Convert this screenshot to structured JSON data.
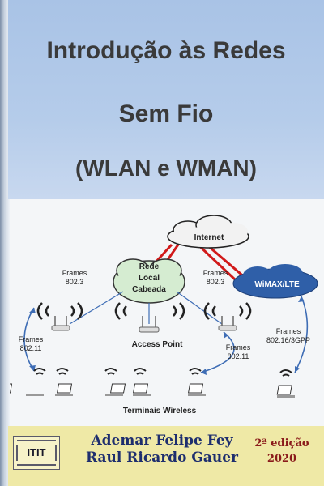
{
  "cover": {
    "title_line1": "Introdução às Redes",
    "title_line2": "Sem Fio",
    "title_line3": "(WLAN e WMAN)",
    "publisher_logo": "ITIT",
    "author1": "Ademar Felipe Fey",
    "author2": "Raul Ricardo Gauer",
    "edition": "2ª edição",
    "year": "2020"
  },
  "diagram": {
    "internet": "Internet",
    "lan_line1": "Rede",
    "lan_line2": "Local",
    "lan_line3": "Cabeada",
    "wimax": "WiMAX/LTE",
    "frames_left_top": "Frames",
    "frames_left_top_std": "802.3",
    "frames_right_top": "Frames",
    "frames_right_top_std": "802.3",
    "frames_left_wifi": "Frames",
    "frames_left_wifi_std": "802.11",
    "frames_mid_wifi": "Frames",
    "frames_mid_wifi_std": "802.11",
    "frames_wimax": "Frames",
    "frames_wimax_std": "802.16/3GPP",
    "access_point": "Access Point",
    "terminals": "Terminais Wireless"
  },
  "colors": {
    "top_band": "#b5ccea",
    "bottom_band": "#efe9a6",
    "cloud_green": "#d5ecd1",
    "wimax_blue": "#2f5fa8",
    "link_red": "#d11a1a",
    "arrow_blue": "#3e6db5"
  }
}
